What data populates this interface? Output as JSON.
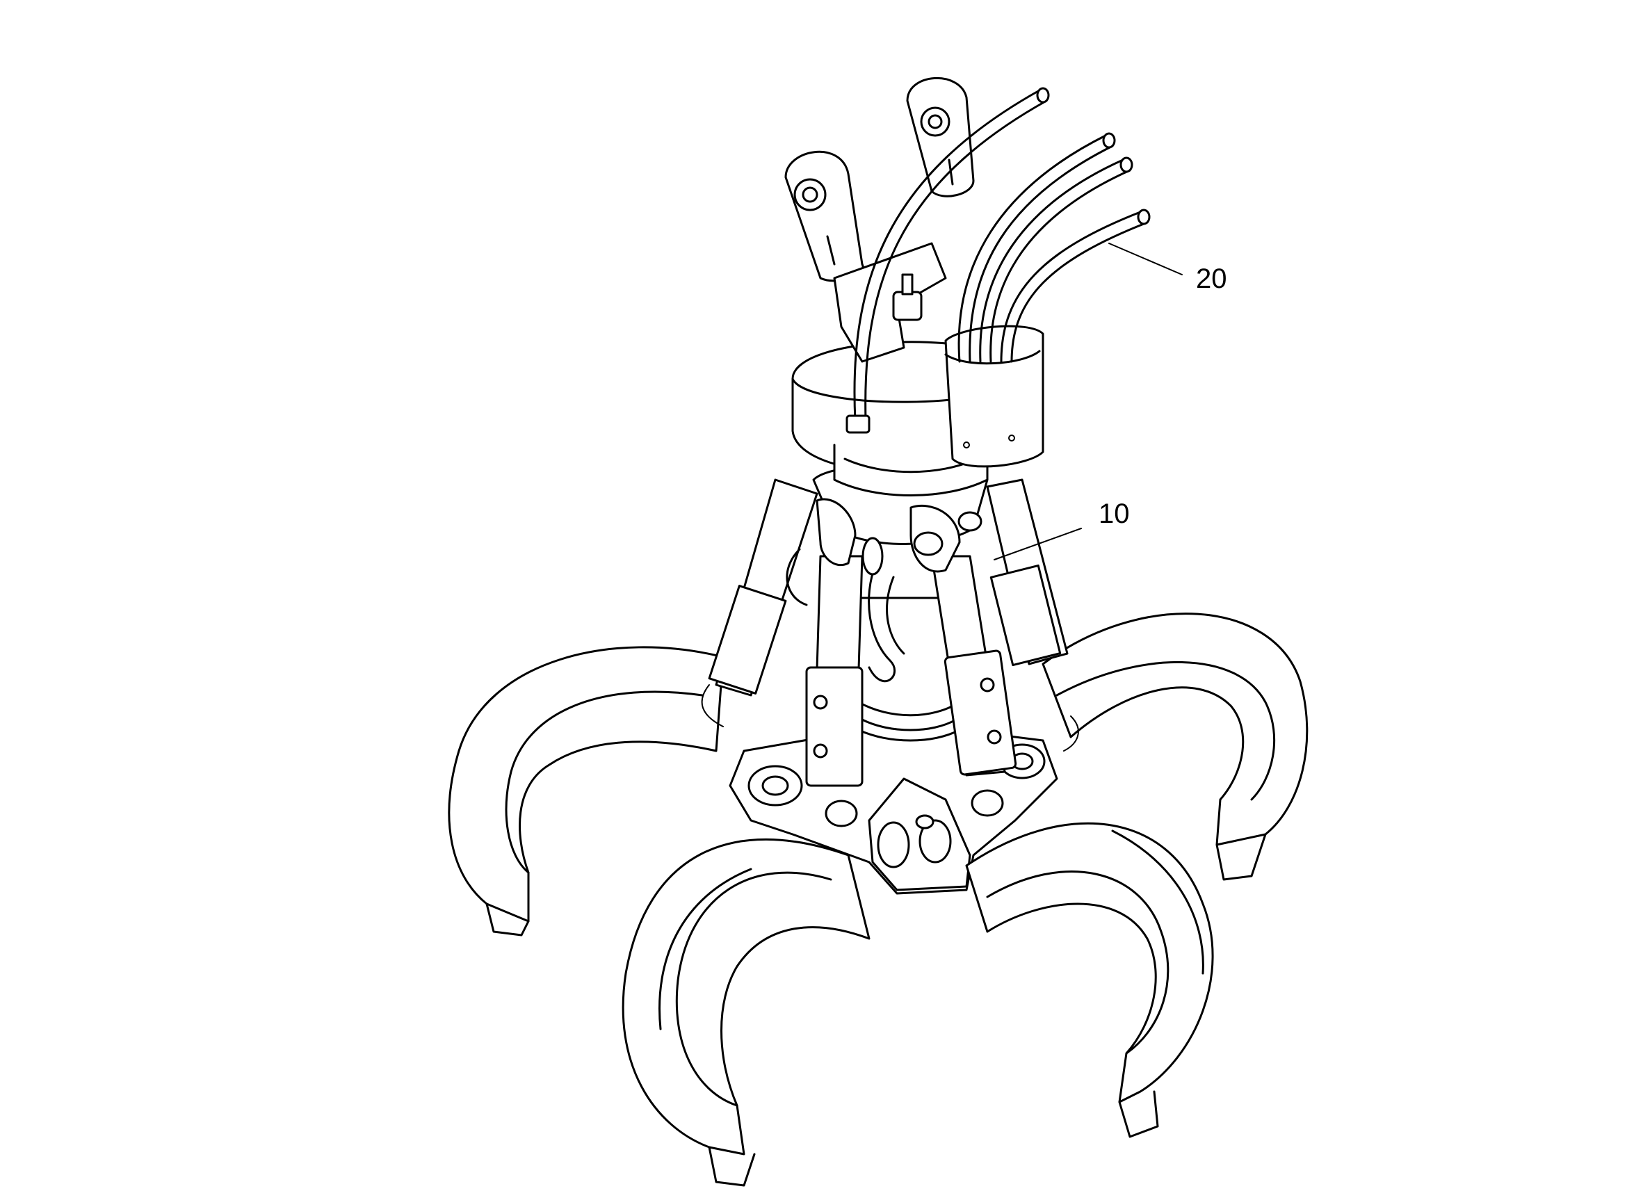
{
  "figure": {
    "labels": [
      {
        "id": "hoses",
        "text": "20"
      },
      {
        "id": "grapple-body",
        "text": "10"
      }
    ]
  }
}
